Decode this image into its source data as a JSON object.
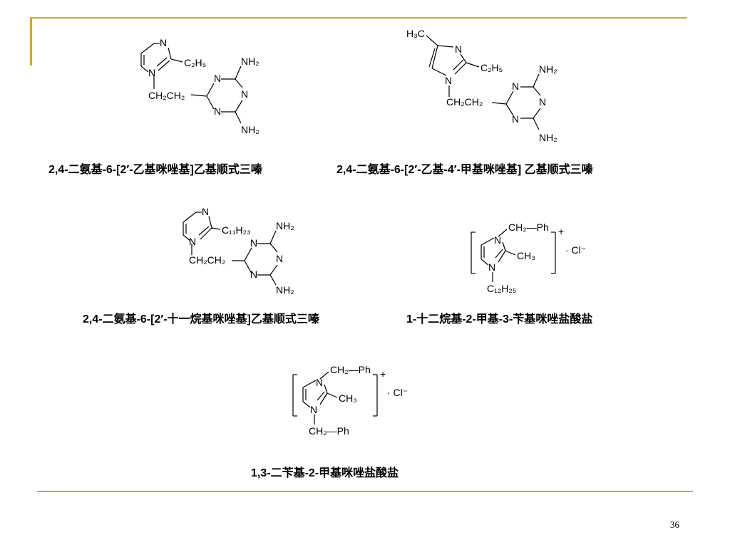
{
  "slide": {
    "page_number": "36",
    "accent_color": "#d9a520"
  },
  "molecules": [
    {
      "caption": "2,4-二氨基-6-[2′-乙基咪唑基]乙基顺式三嗪",
      "labels": {
        "n_top": "N",
        "n_bottom": "N",
        "r2": "C₂H₅",
        "linker": "CH₂CH₂",
        "t_n1": "N",
        "t_n3": "N",
        "t_n5": "N",
        "nh2_top": "NH₂",
        "nh2_bottom": "NH₂"
      }
    },
    {
      "caption": "2,4-二氨基-6-[2′-乙基-4′-甲基咪唑基] 乙基顺式三嗪",
      "labels": {
        "me": "H₃C",
        "n_top": "N",
        "n_bottom": "N",
        "r2": "C₂H₅",
        "linker": "CH₂CH₂",
        "t_n1": "N",
        "t_n3": "N",
        "t_n5": "N",
        "nh2_top": "NH₂",
        "nh2_bottom": "NH₂"
      }
    },
    {
      "caption": "2,4-二氨基-6-[2′-十一烷基咪唑基]乙基顺式三嗪",
      "labels": {
        "n_top": "N",
        "n_bottom": "N",
        "r2": "C₁₁H₂₃",
        "linker": "CH₂CH₂",
        "t_n1": "N",
        "t_n3": "N",
        "t_n5": "N",
        "nh2_top": "NH₂",
        "nh2_bottom": "NH₂"
      }
    },
    {
      "caption": "1-十二烷基-2-甲基-3-苄基咪唑盐酸盐",
      "labels": {
        "n_top": "N",
        "n_bottom": "N",
        "top_sub": "CH₂—Ph",
        "r2": "CH₃",
        "bottom_sub": "C₁₂H₂₅",
        "charge": "+",
        "counter": "· Cl⁻"
      }
    },
    {
      "caption": "1,3-二苄基-2-甲基咪唑盐酸盐",
      "labels": {
        "n_top": "N",
        "n_bottom": "N",
        "top_sub": "CH₂—Ph",
        "r2": "CH₃",
        "bottom_sub": "CH₂—Ph",
        "charge": "+",
        "counter": "· Cl⁻"
      }
    }
  ]
}
